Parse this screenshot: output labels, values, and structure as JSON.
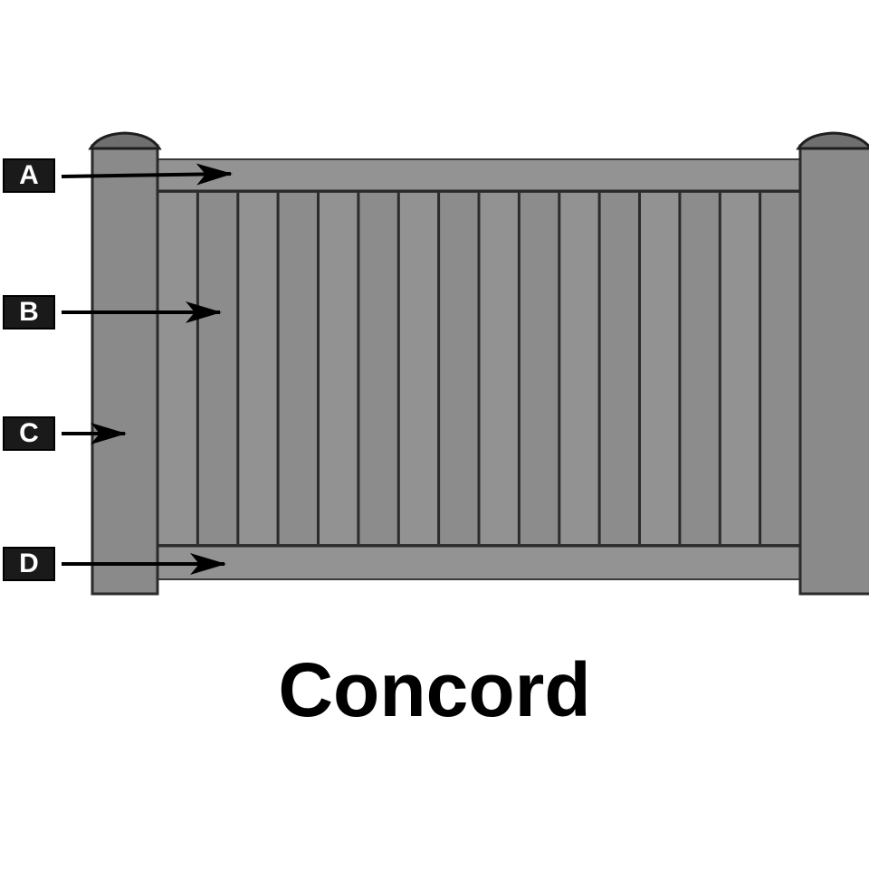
{
  "diagram": {
    "labels": {
      "a": "A",
      "b": "B",
      "c": "C",
      "d": "D"
    },
    "title": "Concord",
    "picket_count": 16
  },
  "colors": {
    "fence": "#8f8f8f",
    "post": "#8a8a8a",
    "outline": "#2b2b2b",
    "label_bg": "#1a1a1a",
    "label_text": "#ffffff",
    "arrow": "#000000"
  }
}
